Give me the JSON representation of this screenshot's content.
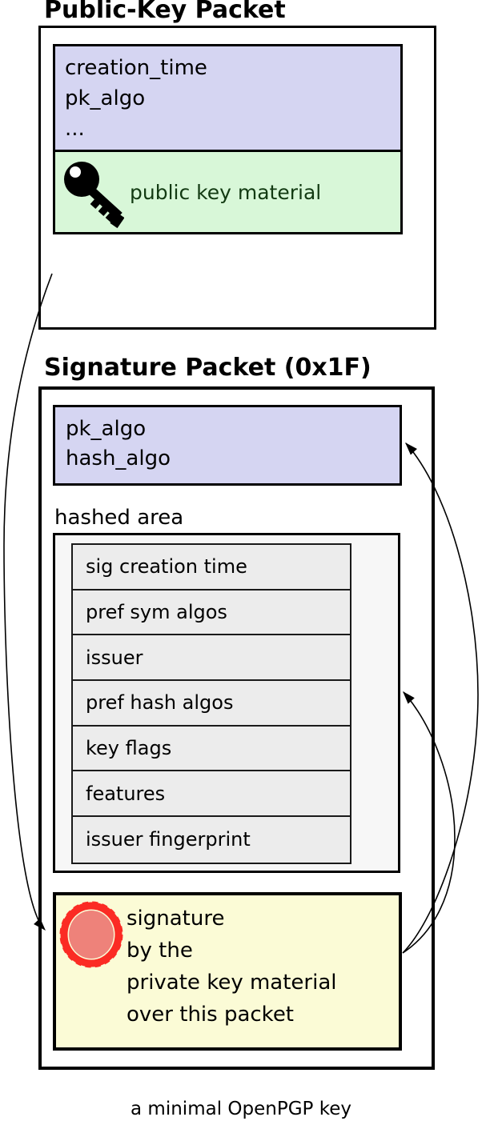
{
  "diagram": {
    "caption": "a minimal OpenPGP key",
    "colors": {
      "lavender": "#d5d5f2",
      "green": "#d8f7d8",
      "green_text": "#123a12",
      "gray_fill": "#f7f7f7",
      "row_fill": "#ececec",
      "yellow": "#fbfbd6",
      "seal_fill": "#ee827a",
      "seal_ring": "#fb2b24",
      "line": "#000000"
    },
    "public_key_packet": {
      "title": "Public-Key Packet",
      "header_fields": [
        "creation_time",
        "pk_algo",
        "..."
      ],
      "key_material_label": "public key material",
      "key_icon": "key-icon"
    },
    "signature_packet": {
      "title": "Signature Packet (0x1F)",
      "header_fields": [
        "pk_algo",
        "hash_algo"
      ],
      "hashed_area_label": "hashed area",
      "subpackets": [
        "sig creation time",
        "pref sym algos",
        "issuer",
        "pref hash algos",
        "key flags",
        "features",
        "issuer fingerprint"
      ],
      "signature_note_lines": [
        "signature",
        "by the",
        "private key material",
        "over this packet"
      ],
      "seal_icon": "seal-icon"
    },
    "arrows": [
      {
        "from": "public-key-packet",
        "to": "signature-box",
        "meaning": "public key packet is covered by the signature"
      },
      {
        "from": "signature-box",
        "to": "signature-packet-header",
        "meaning": "signature covers packet header"
      },
      {
        "from": "signature-box",
        "to": "hashed-area",
        "meaning": "signature covers hashed area"
      }
    ]
  }
}
